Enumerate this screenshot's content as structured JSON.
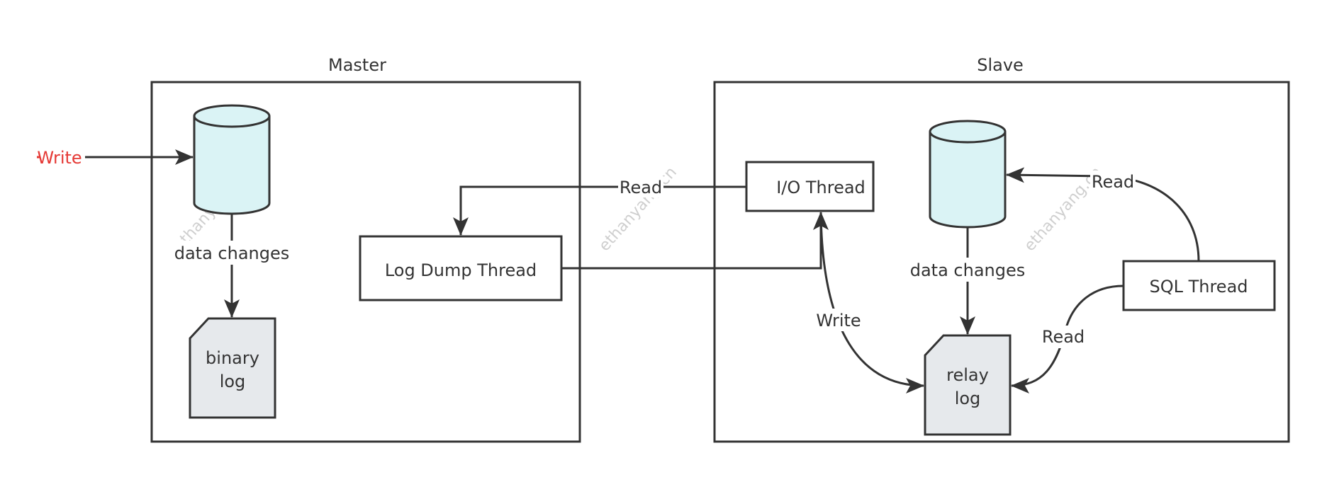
{
  "master": {
    "title": "Master",
    "data_changes": "data changes",
    "binary_log_line1": "binary",
    "binary_log_line2": "log",
    "log_dump_thread": "Log Dump Thread",
    "external_write": "Write"
  },
  "slave": {
    "title": "Slave",
    "io_thread": "I/O Thread",
    "sql_thread": "SQL Thread",
    "data_changes": "data changes",
    "relay_log_line1": "relay",
    "relay_log_line2": "log",
    "write_label": "Write",
    "read_to_db_label": "Read",
    "read_from_relay_label": "Read"
  },
  "link": {
    "read_label": "Read"
  },
  "watermark": "ethanyang.cn",
  "colors": {
    "stroke": "#333333",
    "database_fill": "#daf3f5",
    "log_fill": "#e6e9ec",
    "external_write": "#e53935",
    "watermark": "#cfcfcf"
  }
}
